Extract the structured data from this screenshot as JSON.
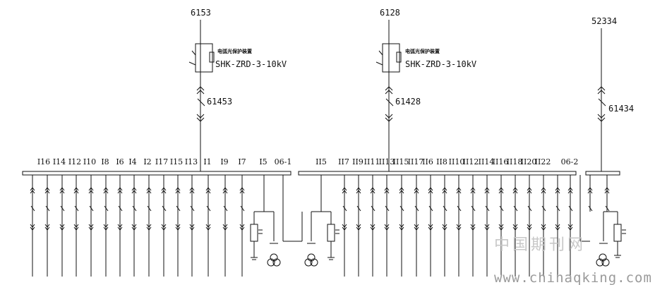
{
  "sources": [
    {
      "label": "6153",
      "device": "SHK-ZRD-3-10kV",
      "device_cn": "电弧光保护装置",
      "switch": "61453"
    },
    {
      "label": "6128",
      "device": "SHK-ZRD-3-10kV",
      "device_cn": "电弧光保护装置",
      "switch": "61428"
    },
    {
      "label": "52334",
      "switch": "61434"
    }
  ],
  "bus1_feeders": [
    "I16",
    "I14",
    "I12",
    "I10",
    "I8",
    "I6",
    "I4",
    "I2",
    "I17",
    "I15",
    "I13",
    "I1",
    "I9",
    "I7",
    "I5",
    "06-1"
  ],
  "bus2_feeders": [
    "II5",
    "II7",
    "II9",
    "II11",
    "II13",
    "II15",
    "II17",
    "II6",
    "II8",
    "II10",
    "II12",
    "II14",
    "II16",
    "II18",
    "II20",
    "II22",
    "06-2"
  ],
  "watermark": {
    "cn": "中国期刊网",
    "url": "www.chinaqking.com"
  }
}
